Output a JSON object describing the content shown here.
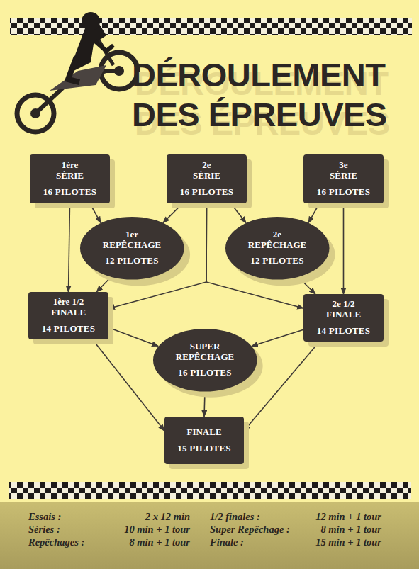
{
  "diagram": {
    "title": "DÉROULEMENT DES ÉPREUVES",
    "nodes": [
      {
        "text": [
          "1ère SÉRIE",
          "16 PILOTES"
        ]
      },
      {
        "text": [
          "2e SÉRIE",
          "16 PILOTES"
        ]
      },
      {
        "text": [
          "3e SÉRIE",
          "16 PILOTES"
        ]
      },
      {
        "text": [
          "1er REPÊCHAGE",
          "12 PILOTES"
        ]
      },
      {
        "text": [
          "2e REPÊCHAGE",
          "12 PILOTES"
        ]
      },
      {
        "text": [
          "1ère 1/2 FINALE",
          "14 PILOTES"
        ]
      },
      {
        "text": [
          "2e 1/2 FINALE",
          "14 PILOTES"
        ]
      },
      {
        "text": [
          "SUPER REPÊCHAGE",
          "16 PILOTES"
        ]
      },
      {
        "text": [
          "FINALE",
          "15 PILOTES"
        ]
      }
    ],
    "edges": [
      {
        "from": 0,
        "to": 5,
        "arrow": "to"
      },
      {
        "from": 0,
        "to": 3,
        "arrow": "to"
      },
      {
        "from": 1,
        "to": 3,
        "arrow": "to"
      },
      {
        "from": 1,
        "to": 4,
        "arrow": "to"
      },
      {
        "from": 1,
        "to": 5,
        "arrow": "to"
      },
      {
        "from": 1,
        "to": 6,
        "arrow": "to"
      },
      {
        "from": 2,
        "to": 4,
        "arrow": "to"
      },
      {
        "from": 2,
        "to": 6,
        "arrow": "to"
      },
      {
        "from": 3,
        "to": 5,
        "arrow": "to"
      },
      {
        "from": 4,
        "to": 6,
        "arrow": "to"
      },
      {
        "from": 5,
        "to": 7,
        "arrow": "to"
      },
      {
        "from": 6,
        "to": 7,
        "arrow": "to"
      },
      {
        "from": 5,
        "to": 8,
        "arrow": "to"
      },
      {
        "from": 6,
        "to": 8,
        "arrow": "to"
      },
      {
        "from": 7,
        "to": 8,
        "arrow": "to"
      }
    ],
    "labels": [
      "Essais :",
      "2 x 12 min",
      "Séries :",
      "10 min + 1 tour",
      "Repêchages :",
      "8 min + 1 tour",
      "1/2 finales :",
      "12 min + 1 tour",
      "Super Repêchage :",
      "8 min + 1 tour",
      "Finale :",
      "15 min + 1 tour"
    ]
  }
}
